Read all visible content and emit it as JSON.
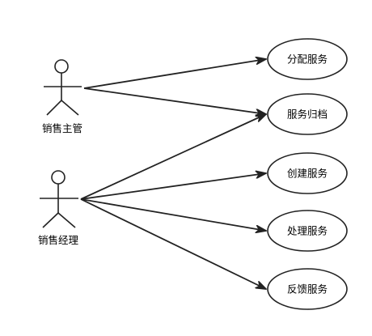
{
  "actors": [
    {
      "label": "销售主管"
    },
    {
      "label": "销售经理"
    }
  ],
  "use_cases": [
    {
      "label": "分配服务"
    },
    {
      "label": "服务归档"
    },
    {
      "label": "创建服务"
    },
    {
      "label": "处理服务"
    },
    {
      "label": "反馈服务"
    }
  ],
  "associations": [
    {
      "from": "销售主管",
      "to": "分配服务"
    },
    {
      "from": "销售主管",
      "to": "服务归档"
    },
    {
      "from": "销售经理",
      "to": "服务归档"
    },
    {
      "from": "销售经理",
      "to": "创建服务"
    },
    {
      "from": "销售经理",
      "to": "处理服务"
    },
    {
      "from": "销售经理",
      "to": "反馈服务"
    }
  ]
}
